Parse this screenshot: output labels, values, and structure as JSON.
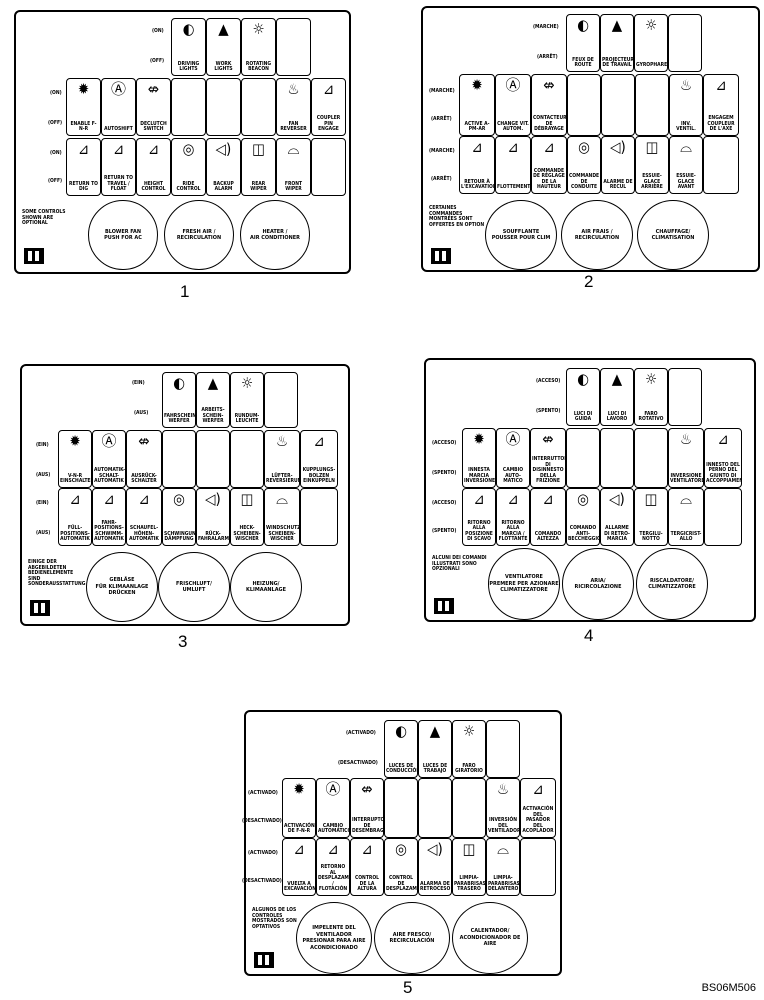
{
  "figure_code": "BS06M506",
  "panels": [
    {
      "number": "1",
      "row_tabs": [
        "(ON)",
        "(OFF)",
        "(ON)",
        "(OFF)",
        "(ON)",
        "(OFF)"
      ],
      "top_cells": [
        "DRIVING LIGHTS",
        "WORK LIGHTS",
        "ROTATING BEACON"
      ],
      "mid_cells": [
        "ENABLE F-N-R",
        "AUTOSHIFT",
        "DECLUTCH SWITCH",
        "FAN REVERSER",
        "COUPLER PIN ENGAGE"
      ],
      "low_cells": [
        "RETURN TO DIG",
        "RETURN TO TRAVEL / FLOAT",
        "HEIGHT CONTROL",
        "RIDE CONTROL",
        "BACKUP ALARM",
        "REAR WIPER",
        "FRONT WIPER"
      ],
      "note": "SOME CONTROLS SHOWN ARE OPTIONAL",
      "circles": [
        "BLOWER FAN\nPUSH FOR AC",
        "FRESH AIR /\nRECIRCULATION",
        "HEATER /\nAIR CONDITIONER"
      ]
    },
    {
      "number": "2",
      "row_tabs": [
        "(MARCHE)",
        "(ARRÊT)",
        "(MARCHE)",
        "(ARRÊT)",
        "(MARCHE)",
        "(ARRÊT)"
      ],
      "top_cells": [
        "FEUX DE ROUTE",
        "PROJECTEURS DE TRAVAIL",
        "GYROPHARE"
      ],
      "mid_cells": [
        "ACTIVE A-PM-AR",
        "CHANGE VIT. AUTOM.",
        "CONTACTEUR DE DÉBRAYAGE",
        "INV. VENTIL.",
        "ENGAGEM COUPLEUR DE L'AXE"
      ],
      "low_cells": [
        "RETOUR À L'EXCAVATION",
        "FLOTTEMENT",
        "COMMANDE DE RÉGLAGE DE LA HAUTEUR",
        "COMMANDE DE CONDUITE",
        "ALARME DE RECUL",
        "ESSUIE-GLACE ARRIÈRE",
        "ESSUIE-GLACE AVANT"
      ],
      "note": "CERTAINES COMMANDES MONTRÉES SONT OFFERTES EN OPTION",
      "circles": [
        "SOUFFLANTE\nPOUSSER POUR CLIM",
        "AIR FRAIS /\nRECIRCULATION",
        "CHAUFFAGE/\nCLIMATISATION"
      ]
    },
    {
      "number": "3",
      "row_tabs": [
        "(EIN)",
        "(AUS)",
        "(EIN)",
        "(AUS)",
        "(EIN)",
        "(AUS)"
      ],
      "top_cells": [
        "FAHRSCHEIN-WERFER",
        "ARBEITS-SCHEIN-WERFER",
        "RUNDUM-LEUCHTE"
      ],
      "mid_cells": [
        "V-N-R EINSCHALTEN",
        "AUTOMATIK-SCHALT-AUTOMATIK",
        "AUSRÜCK-SCHALTER",
        "LÜFTER-REVERSIERUNG",
        "KUPPLUNGS-BOLZEN EINKUPPELN"
      ],
      "low_cells": [
        "FÜLL-POSITIONS-AUTOMATIK",
        "FAHR-POSITIONS-SCHWIMM-AUTOMATIK",
        "SCHAUFEL-HÖHEN-AUTOMATIK",
        "SCHWINGUNGS-DÄMPFUNG",
        "RÜCK-FAHRALARM",
        "HECK-SCHEIBEN-WISCHER",
        "WINDSCHUTZ-SCHEIBEN-WISCHER"
      ],
      "note": "EINIGE DER ABGEBILDETEN BEDIENELEMENTE SIND SONDERAUSSTATTUNG",
      "circles": [
        "GEBLÄSE\nFÜR KLIMAANLAGE DRÜCKEN",
        "FRISCHLUFT/\nUMLUFT",
        "HEIZUNG/\nKLIMAANLAGE"
      ]
    },
    {
      "number": "4",
      "row_tabs": [
        "(ACCESO)",
        "(SPENTO)",
        "(ACCESO)",
        "(SPENTO)",
        "(ACCESO)",
        "(SPENTO)"
      ],
      "top_cells": [
        "LUCI DI GUIDA",
        "LUCI DI LAVORO",
        "FARO ROTATIVO"
      ],
      "mid_cells": [
        "INNESTA MARCIA INVERSIONE",
        "CAMBIO AUTO-MATICO",
        "INTERRUTTORE DI DISINNESTO DELLA FRIZIONE",
        "INVERSIONE VENTILATORE",
        "INNESTO DEL PERNO DEL GIUNTO DI ACCOPPIAMENTO"
      ],
      "low_cells": [
        "RITORNO ALLA POSIZIONE DI SCAVO",
        "RITORNO ALLA MARCIA / FLOTTANTE",
        "COMANDO ALTEZZA",
        "COMANDO ANTI-BECCHEGGIO",
        "ALLARME DI RETRO-MARCIA",
        "TERGILU-NOTTO",
        "TERGICRIST-ALLO"
      ],
      "note": "ALCUNI DEI COMANDI ILLUSTRATI SONO OPZIONALI",
      "circles": [
        "VENTILATORE\nPREMERE PER AZIONARE CLIMATIZZATORE",
        "ARIA/\nRICIRCOLAZIONE",
        "RISCALDATORE/\nCLIMATIZZATORE"
      ]
    },
    {
      "number": "5",
      "row_tabs": [
        "(ACTIVADO)",
        "(DESACTIVADO)",
        "(ACTIVADO)",
        "(DESACTIVADO)",
        "(ACTIVADO)",
        "(DESACTIVADO)"
      ],
      "top_cells": [
        "LUCES DE CONDUCCIÓN",
        "LUCES DE TRABAJO",
        "FARO GIRATORIO"
      ],
      "mid_cells": [
        "ACTIVACIÓN DE F-N-R",
        "CAMBIO AUTOMÁTICO",
        "INTERRUPTOR DE DESEMBRAGUE",
        "INVERSIÓN DEL VENTILADOR",
        "ACTIVACIÓN DEL PASADOR DEL ACOPLADOR"
      ],
      "low_cells": [
        "VUELTA A EXCAVACIÓN",
        "RETORNO AL DESPLAZAMIENTO / FLOTACIÓN",
        "CONTROL DE LA ALTURA",
        "CONTROL DE DESPLAZAMIENTO",
        "ALARMA DE RETROCESO",
        "LIMPIA-PARABRISAS TRASERO",
        "LIMPIA-PARABRISAS DELANTERO"
      ],
      "note": "ALGUNOS DE LOS CONTROLES MOSTRADOS SON OPTATIVOS",
      "circles": [
        "IMPELENTE DEL VENTILADOR\nPRESIONAR PARA AIRE ACONDICIONADO",
        "AIRE FRESCO/\nRECIRCULACIÓN",
        "CALENTADOR/\nACONDICIONADOR DE AIRE"
      ]
    }
  ],
  "icons": {
    "top": [
      "headlight-icon",
      "work-light-icon",
      "beacon-icon"
    ],
    "mid": [
      "gear-icon",
      "auto-a-icon",
      "declutch-icon",
      "fan-icon",
      "coupler-icon"
    ],
    "low": [
      "bucket-dig-icon",
      "float-icon",
      "height-icon",
      "ride-icon",
      "alarm-icon",
      "rear-wiper-icon",
      "front-wiper-icon"
    ]
  }
}
